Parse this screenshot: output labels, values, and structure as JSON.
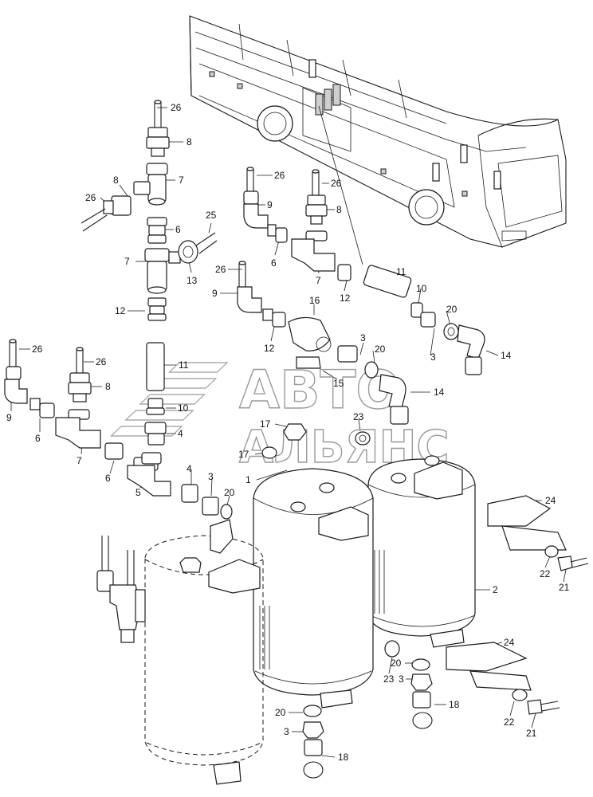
{
  "watermark": {
    "line1": "АВТО",
    "line2": "АЛЬЯНС"
  },
  "callouts": [
    {
      "id": "c1",
      "text": "26"
    },
    {
      "id": "c2",
      "text": "8"
    },
    {
      "id": "c3",
      "text": "7"
    },
    {
      "id": "c4",
      "text": "8"
    },
    {
      "id": "c5",
      "text": "26"
    },
    {
      "id": "c6",
      "text": "6"
    },
    {
      "id": "c7",
      "text": "25"
    },
    {
      "id": "c8",
      "text": "7"
    },
    {
      "id": "c9",
      "text": "13"
    },
    {
      "id": "c10",
      "text": "12"
    },
    {
      "id": "c11",
      "text": "26"
    },
    {
      "id": "c12",
      "text": "9"
    },
    {
      "id": "c13",
      "text": "26"
    },
    {
      "id": "c14",
      "text": "8"
    },
    {
      "id": "c15",
      "text": "6"
    },
    {
      "id": "c16",
      "text": "7"
    },
    {
      "id": "c17",
      "text": "12"
    },
    {
      "id": "c18",
      "text": "26"
    },
    {
      "id": "c19",
      "text": "9"
    },
    {
      "id": "c20",
      "text": "11"
    },
    {
      "id": "c21",
      "text": "16"
    },
    {
      "id": "c22",
      "text": "10"
    },
    {
      "id": "c23",
      "text": "20"
    },
    {
      "id": "c24",
      "text": "12"
    },
    {
      "id": "c25",
      "text": "3"
    },
    {
      "id": "c26",
      "text": "20"
    },
    {
      "id": "c27",
      "text": "3"
    },
    {
      "id": "c28",
      "text": "14"
    },
    {
      "id": "c29",
      "text": "15"
    },
    {
      "id": "c30",
      "text": "14"
    },
    {
      "id": "c31",
      "text": "26"
    },
    {
      "id": "c32",
      "text": "26"
    },
    {
      "id": "c33",
      "text": "11"
    },
    {
      "id": "c34",
      "text": "8"
    },
    {
      "id": "c35",
      "text": "9"
    },
    {
      "id": "c36",
      "text": "10"
    },
    {
      "id": "c37",
      "text": "6"
    },
    {
      "id": "c38",
      "text": "4"
    },
    {
      "id": "c39",
      "text": "7"
    },
    {
      "id": "c40",
      "text": "17"
    },
    {
      "id": "c41",
      "text": "23"
    },
    {
      "id": "c42",
      "text": "17"
    },
    {
      "id": "c43",
      "text": "6"
    },
    {
      "id": "c44",
      "text": "4"
    },
    {
      "id": "c45",
      "text": "5"
    },
    {
      "id": "c46",
      "text": "3"
    },
    {
      "id": "c47",
      "text": "1"
    },
    {
      "id": "c48",
      "text": "20"
    },
    {
      "id": "c49",
      "text": "24"
    },
    {
      "id": "c50",
      "text": "22"
    },
    {
      "id": "c51",
      "text": "21"
    },
    {
      "id": "c52",
      "text": "2"
    },
    {
      "id": "c53",
      "text": "24"
    },
    {
      "id": "c54",
      "text": "20"
    },
    {
      "id": "c55",
      "text": "23"
    },
    {
      "id": "c56",
      "text": "3"
    },
    {
      "id": "c57",
      "text": "18"
    },
    {
      "id": "c58",
      "text": "22"
    },
    {
      "id": "c59",
      "text": "21"
    },
    {
      "id": "c60",
      "text": "20"
    },
    {
      "id": "c61",
      "text": "3"
    },
    {
      "id": "c62",
      "text": "18"
    }
  ]
}
